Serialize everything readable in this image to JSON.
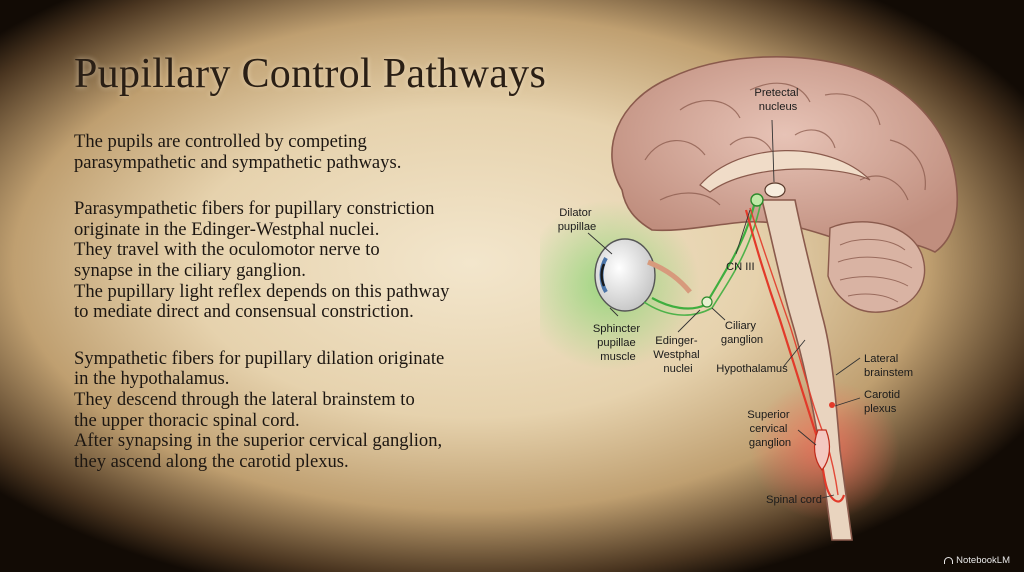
{
  "title": "Pupillary Control Pathways",
  "paragraphs": [
    [
      "The pupils are controlled by competing",
      "parasympathetic and sympathetic pathways."
    ],
    [
      "Parasympathetic fibers for pupillary constriction",
      "originate in the Edinger-Westphal nuclei.",
      "They travel with the oculomotor nerve to",
      "synapse in the ciliary ganglion.",
      "The pupillary light reflex depends on this pathway",
      "to mediate direct and consensual constriction."
    ],
    [
      "Sympathetic fibers for pupillary dilation originate",
      "in the hypothalamus.",
      "They descend through the lateral brainstem to",
      "the upper thoracic spinal cord.",
      "After synapsing in the superior cervical ganglion,",
      "they ascend along the carotid plexus."
    ]
  ],
  "diagram_labels": {
    "pretectal": [
      "Pretectal",
      "nucleus"
    ],
    "dilator": [
      "Dilator",
      "pupillae"
    ],
    "cn3": [
      "CN III"
    ],
    "sphincter": [
      "Sphincter",
      "pupillae",
      "muscle"
    ],
    "edinger": [
      "Edinger-",
      "Westphal",
      "nuclei"
    ],
    "ciliary": [
      "Ciliary",
      "ganglion"
    ],
    "hypothalamus": [
      "Hypothalamus"
    ],
    "lateral_brainstem": [
      "Lateral",
      "brainstem"
    ],
    "carotid": [
      "Carotid",
      "plexus"
    ],
    "superior_cervical": [
      "Superior",
      "cervical",
      "ganglion"
    ],
    "spinal_cord": [
      "Spinal cord"
    ]
  },
  "colors": {
    "parasympathetic": "#3fae3f",
    "sympathetic": "#e23a2a",
    "brain": "#c99a8a",
    "title": "#2a1f15"
  },
  "brand": {
    "label": "NotebookLM",
    "icon": "notebooklm-icon"
  }
}
